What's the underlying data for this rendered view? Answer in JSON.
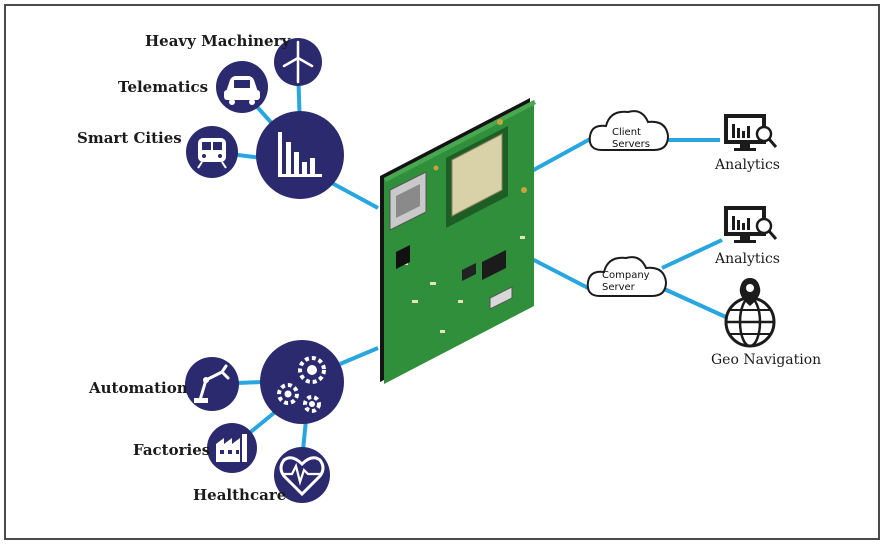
{
  "left_nodes": {
    "heavy_machinery": "Heavy Machinery",
    "telematics": "Telematics",
    "smart_cities": "Smart Cities",
    "automation": "Automation",
    "factories": "Factories",
    "healthcare": "Healthcare"
  },
  "clouds": {
    "client": [
      "Client",
      "Servers"
    ],
    "company": [
      "Company",
      "Server"
    ]
  },
  "right_nodes": {
    "analytics_top": "Analytics",
    "analytics_mid": "Analytics",
    "geo_navigation": "Geo Navigation"
  },
  "colors": {
    "hub": "#2b2a6e",
    "connector": "#27a6df",
    "board": "#2f8f3a",
    "board_dark": "#1d5e25",
    "ink": "#1b1b1b"
  },
  "icons": [
    "wind-turbine-icon",
    "car-icon",
    "train-icon",
    "bar-chart-icon",
    "gears-icon",
    "robot-arm-icon",
    "factory-icon",
    "heart-pulse-icon",
    "cloud-icon",
    "monitor-analytics-icon",
    "globe-pin-icon"
  ]
}
